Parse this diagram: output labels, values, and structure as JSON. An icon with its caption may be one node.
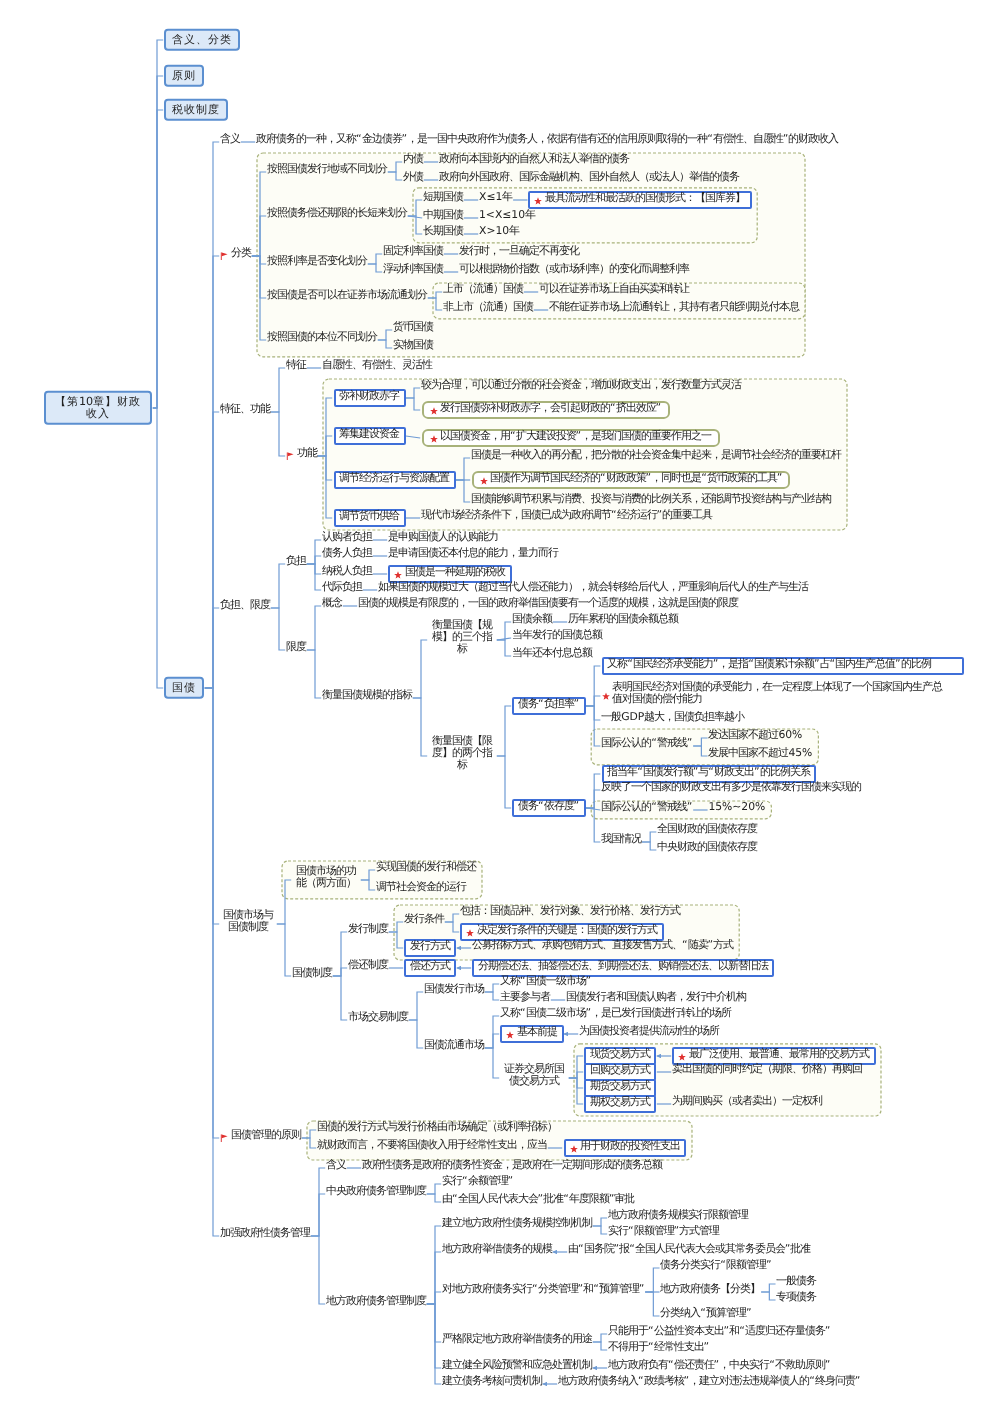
{
  "diagram": {
    "nodes": [
      {
        "text": [
          "【第10章】财政收入"
        ]
      },
      {
        "text": [
          "含义、分类"
        ]
      },
      {
        "text": [
          "原则"
        ]
      },
      {
        "text": [
          "税收制度"
        ]
      },
      {
        "text": [
          "国债"
        ]
      },
      {
        "text": [
          "含义"
        ]
      },
      {
        "text": [
          "政府债务的一种，又称“金边债券”，是一国中央政府作为债务人，依据有借有还的信用原则取得的一种“有偿性、自愿性”的财政收入"
        ]
      },
      {
        "text": [
          "分类"
        ]
      },
      {
        "text": [
          "按照国债发行地域不同划分"
        ]
      },
      {
        "text": [
          "内债"
        ]
      },
      {
        "text": [
          "政府向本国境内的自然人和法人举借的债务"
        ]
      },
      {
        "text": [
          "外债"
        ]
      },
      {
        "text": [
          "政府向外国政府、国际金融机构、国外自然人（或法人）举借的债务"
        ]
      },
      {
        "text": [
          "按照债务偿还期限的长短来划分"
        ]
      },
      {
        "text": [
          "短期国债"
        ]
      },
      {
        "text": [
          "X≤1年"
        ]
      },
      {
        "text": [
          "最具流动性和最活跃的国债形式：【国库券】"
        ]
      },
      {
        "text": [
          "中期国债"
        ]
      },
      {
        "text": [
          "1<X≤10年"
        ]
      },
      {
        "text": [
          "长期国债"
        ]
      },
      {
        "text": [
          "X>10年"
        ]
      },
      {
        "text": [
          "按照利率是否变化划分"
        ]
      },
      {
        "text": [
          "固定利率国债"
        ]
      },
      {
        "text": [
          "发行时，一旦确定不再变化"
        ]
      },
      {
        "text": [
          "浮动利率国债"
        ]
      },
      {
        "text": [
          "可以根据物价指数（或市场利率）的变化而调整利率"
        ]
      },
      {
        "text": [
          "按国债是否可以在证券市场流通划分"
        ]
      },
      {
        "text": [
          "上市（流通）国债"
        ]
      },
      {
        "text": [
          "可以在证券市场上自由买卖和转让"
        ]
      },
      {
        "text": [
          "非上市（流通）国债"
        ]
      },
      {
        "text": [
          "不能在证券市场上流通转让，其持有者只能到期兑付本息"
        ]
      },
      {
        "text": [
          "按照国债的本位不同划分"
        ]
      },
      {
        "text": [
          "货币国债"
        ]
      },
      {
        "text": [
          "实物国债"
        ]
      },
      {
        "text": [
          "特征、功能"
        ]
      },
      {
        "text": [
          "特征"
        ]
      },
      {
        "text": [
          "自愿性、有偿性、灵活性"
        ]
      },
      {
        "text": [
          "功能"
        ]
      },
      {
        "text": [
          "弥补财政赤字"
        ]
      },
      {
        "text": [
          "较为合理，可以通过分散的社会资金，增加财政支出，发行数量方式灵活"
        ]
      },
      {
        "text": [
          "发行国债弥补财政赤字，会引起财政的“挤出效应”"
        ]
      },
      {
        "text": [
          "筹集建设资金"
        ]
      },
      {
        "text": [
          "以国债资金，用“扩大建设投资”，是我们国债的重要作用之一"
        ]
      },
      {
        "text": [
          "调节经济运行与资源配置"
        ]
      },
      {
        "text": [
          "国债是一种收入的再分配，把分散的社会资金集中起来，是调节社会经济的重要杠杆"
        ]
      },
      {
        "text": [
          "国债作为调节国民经济的“财政政策”，同时也是“货币政策的工具”"
        ]
      },
      {
        "text": [
          "国债能够调节积累与消费、投资与消费的比例关系，还能调节投资结构与产业结构"
        ]
      },
      {
        "text": [
          "调节货币供给"
        ]
      },
      {
        "text": [
          "现代市场经济条件下，国债已成为政府调节“经济运行”的重要工具"
        ]
      },
      {
        "text": [
          "负担、限度"
        ]
      },
      {
        "text": [
          "负担"
        ]
      },
      {
        "text": [
          "认购者负担"
        ]
      },
      {
        "text": [
          "是申购国债人的认购能力"
        ]
      },
      {
        "text": [
          "债务人负担"
        ]
      },
      {
        "text": [
          "是申请国债还本付息的能力，量力而行"
        ]
      },
      {
        "text": [
          "纳税人负担"
        ]
      },
      {
        "text": [
          "国债是一种延期的税收"
        ]
      },
      {
        "text": [
          "代际负担"
        ]
      },
      {
        "text": [
          "如果国债的规模过大（超过当代人偿还能力），就会转移给后代人，严重影响后代人的生产与生活"
        ]
      },
      {
        "text": [
          "限度"
        ]
      },
      {
        "text": [
          "概念"
        ]
      },
      {
        "text": [
          "国债的规模是有限度的，一国的政府举借国债要有一个适度的规模，这就是国债的限度"
        ]
      },
      {
        "text": [
          "衡量国债规模的指标"
        ]
      },
      {
        "text": [
          "衡量国债【规模】的三个指标"
        ]
      },
      {
        "text": [
          "国债余额"
        ]
      },
      {
        "text": [
          "历年累积的国债余额总额"
        ]
      },
      {
        "text": [
          "当年发行的国债总额"
        ]
      },
      {
        "text": [
          "当年还本付息总额"
        ]
      },
      {
        "text": [
          "衡量国债【限度】的两个指标"
        ]
      },
      {
        "text": [
          "债务“负担率”"
        ]
      },
      {
        "text": [
          "又称“国民经济承受能力”，是指“国债累计余额”占“国内生产总值”的比例"
        ]
      },
      {
        "text": [
          "表明国民经济对国债的承受能力，在一定程度上体现了一个国家国内生产总值对国债的偿付能力"
        ]
      },
      {
        "text": [
          "一般GDP越大，国债负担率越小"
        ]
      },
      {
        "text": [
          "国际公认的“警戒线”"
        ]
      },
      {
        "text": [
          "发达国家不超过60%"
        ]
      },
      {
        "text": [
          "发展中国家不超过45%"
        ]
      },
      {
        "text": [
          "债务“依存度”"
        ]
      },
      {
        "text": [
          "指当年“国债发行额”与“财政支出”的比例关系"
        ]
      },
      {
        "text": [
          "反映了一个国家的财政支出有多少是依靠发行国债来实现的"
        ]
      },
      {
        "text": [
          "国际公认的“警戒线”"
        ]
      },
      {
        "text": [
          "15%~20%"
        ]
      },
      {
        "text": [
          "我国情况"
        ]
      },
      {
        "text": [
          "全国财政的国债依存度"
        ]
      },
      {
        "text": [
          "中央财政的国债依存度"
        ]
      },
      {
        "text": [
          "国债市场与国债制度"
        ]
      },
      {
        "text": [
          "国债市场的功能（两方面）"
        ]
      },
      {
        "text": [
          "实现国债的发行和偿还"
        ]
      },
      {
        "text": [
          "调节社会资金的运行"
        ]
      },
      {
        "text": [
          "国债制度"
        ]
      },
      {
        "text": [
          "发行制度"
        ]
      },
      {
        "text": [
          "发行条件"
        ]
      },
      {
        "text": [
          "包括：国债品种、发行对象、发行价格、发行方式"
        ]
      },
      {
        "text": [
          "决定发行条件的关键是：国债的发行方式"
        ]
      },
      {
        "text": [
          "发行方式"
        ]
      },
      {
        "text": [
          "公募招标方式、承购包销方式、直接发售方式、“随卖”方式"
        ]
      },
      {
        "text": [
          "偿还制度"
        ]
      },
      {
        "text": [
          "偿还方式"
        ]
      },
      {
        "text": [
          "分期偿还法、抽签偿还法、到期偿还法、购销偿还法、以新替旧法"
        ]
      },
      {
        "text": [
          "市场交易制度"
        ]
      },
      {
        "text": [
          "国债发行市场"
        ]
      },
      {
        "text": [
          "又称“国债一级市场”"
        ]
      },
      {
        "text": [
          "主要参与者"
        ]
      },
      {
        "text": [
          "国债发行者和国债认购者，发行中介机构"
        ]
      },
      {
        "text": [
          "国债流通市场"
        ]
      },
      {
        "text": [
          "又称“国债二级市场”，是已发行国债进行转让的场所"
        ]
      },
      {
        "text": [
          "基本前提"
        ]
      },
      {
        "text": [
          "为国债投资者提供流动性的场所"
        ]
      },
      {
        "text": [
          "证券交易所国债交易方式"
        ]
      },
      {
        "text": [
          "现货交易方式"
        ]
      },
      {
        "text": [
          "最广泛使用、最普通、最常用的交易方式"
        ]
      },
      {
        "text": [
          "回购交易方式"
        ]
      },
      {
        "text": [
          "卖出国债的同时约定（期限、价格）再购回"
        ]
      },
      {
        "text": [
          "期货交易方式"
        ]
      },
      {
        "text": [
          "期权交易方式"
        ]
      },
      {
        "text": [
          "为期间购买（或者卖出）一定权利"
        ]
      },
      {
        "text": [
          "国债管理的原则"
        ]
      },
      {
        "text": [
          "国债的发行方式与发行价格由市场确定（或利率招标）"
        ]
      },
      {
        "text": [
          "就财政而言，不要将国债收入用于经常性支出，应当"
        ]
      },
      {
        "text": [
          "用于财政的投资性支出"
        ]
      },
      {
        "text": [
          "加强政府性债务管理"
        ]
      },
      {
        "text": [
          "含义"
        ]
      },
      {
        "text": [
          "政府性债务是政府的债务性资金，是政府在一定期间形成的债务总额"
        ]
      },
      {
        "text": [
          "中央政府债务管理制度"
        ]
      },
      {
        "text": [
          "实行“余额管理”"
        ]
      },
      {
        "text": [
          "由“全国人民代表大会”批准“年度限额”审批"
        ]
      },
      {
        "text": [
          "地方政府债务管理制度"
        ]
      },
      {
        "text": [
          "建立地方政府性债务规模控制机制"
        ]
      },
      {
        "text": [
          "地方政府债务规模实行限额管理"
        ]
      },
      {
        "text": [
          "实行“限额管理”方式管理"
        ]
      },
      {
        "text": [
          "地方政府举借债务的规模"
        ]
      },
      {
        "text": [
          "由“国务院”报“全国人民代表大会或其常务委员会”批准"
        ]
      },
      {
        "text": [
          "对地方政府债务实行“分类管理”和“预算管理”"
        ]
      },
      {
        "text": [
          "债务分类实行“限额管理”"
        ]
      },
      {
        "text": [
          "地方政府债务【分类】"
        ]
      },
      {
        "text": [
          "一般债务"
        ]
      },
      {
        "text": [
          "专项债务"
        ]
      },
      {
        "text": [
          "分类纳入“预算管理”"
        ]
      },
      {
        "text": [
          "严格限定地方政府举借债务的用途"
        ]
      },
      {
        "text": [
          "只能用于“公益性资本支出”和“适度归还存量债务”"
        ]
      },
      {
        "text": [
          "不得用于“经常性支出”"
        ]
      },
      {
        "text": [
          "建立健全风险预警和应急处置机制"
        ]
      },
      {
        "text": [
          "地方政府负有“偿还责任”，中央实行“不救助原则”"
        ]
      },
      {
        "text": [
          "建立债务考核问责机制"
        ]
      },
      {
        "text": [
          "地方政府债务纳入“政绩考核”，建立对违法违规举债人的“终身问责”"
        ]
      }
    ],
    "edges": [
      {
        "from": 0,
        "to": 1,
        "arrow": "none"
      },
      {
        "from": 0,
        "to": 2,
        "arrow": "none"
      },
      {
        "from": 0,
        "to": 3,
        "arrow": "none"
      },
      {
        "from": 0,
        "to": 4,
        "arrow": "none"
      },
      {
        "from": 4,
        "to": 5,
        "arrow": "none"
      },
      {
        "from": 4,
        "to": 7,
        "arrow": "none"
      },
      {
        "from": 4,
        "to": 34,
        "arrow": "none"
      },
      {
        "from": 4,
        "to": 49,
        "arrow": "none"
      },
      {
        "from": 4,
        "to": 84,
        "arrow": "none"
      },
      {
        "from": 4,
        "to": 115,
        "arrow": "none"
      },
      {
        "from": 4,
        "to": 119,
        "arrow": "none"
      },
      {
        "from": 5,
        "to": 6,
        "arrow": "none"
      },
      {
        "from": 7,
        "to": 8,
        "arrow": "none"
      },
      {
        "from": 7,
        "to": 13,
        "arrow": "none"
      },
      {
        "from": 7,
        "to": 21,
        "arrow": "none"
      },
      {
        "from": 7,
        "to": 26,
        "arrow": "none"
      },
      {
        "from": 7,
        "to": 31,
        "arrow": "none"
      },
      {
        "from": 8,
        "to": 9,
        "arrow": "none"
      },
      {
        "from": 8,
        "to": 11,
        "arrow": "none"
      },
      {
        "from": 9,
        "to": 10,
        "arrow": "none"
      },
      {
        "from": 11,
        "to": 12,
        "arrow": "none"
      },
      {
        "from": 13,
        "to": 14,
        "arrow": "none"
      },
      {
        "from": 13,
        "to": 17,
        "arrow": "none"
      },
      {
        "from": 13,
        "to": 19,
        "arrow": "none"
      },
      {
        "from": 14,
        "to": 15,
        "arrow": "none"
      },
      {
        "from": 15,
        "to": 16,
        "arrow": "none"
      },
      {
        "from": 17,
        "to": 18,
        "arrow": "none"
      },
      {
        "from": 19,
        "to": 20,
        "arrow": "none"
      },
      {
        "from": 21,
        "to": 22,
        "arrow": "none"
      },
      {
        "from": 21,
        "to": 24,
        "arrow": "none"
      },
      {
        "from": 22,
        "to": 23,
        "arrow": "none"
      },
      {
        "from": 24,
        "to": 25,
        "arrow": "none"
      },
      {
        "from": 26,
        "to": 27,
        "arrow": "none"
      },
      {
        "from": 26,
        "to": 29,
        "arrow": "none"
      },
      {
        "from": 27,
        "to": 28,
        "arrow": "none"
      },
      {
        "from": 29,
        "to": 30,
        "arrow": "none"
      },
      {
        "from": 31,
        "to": 32,
        "arrow": "none"
      },
      {
        "from": 31,
        "to": 33,
        "arrow": "none"
      },
      {
        "from": 34,
        "to": 35,
        "arrow": "none"
      },
      {
        "from": 34,
        "to": 37,
        "arrow": "none"
      },
      {
        "from": 35,
        "to": 36,
        "arrow": "none"
      },
      {
        "from": 37,
        "to": 38,
        "arrow": "none"
      },
      {
        "from": 37,
        "to": 41,
        "arrow": "none"
      },
      {
        "from": 37,
        "to": 43,
        "arrow": "none"
      },
      {
        "from": 37,
        "to": 47,
        "arrow": "none"
      },
      {
        "from": 38,
        "to": 39,
        "arrow": "none"
      },
      {
        "from": 38,
        "to": 40,
        "arrow": "none"
      },
      {
        "from": 41,
        "to": 42,
        "arrow": "none"
      },
      {
        "from": 43,
        "to": 44,
        "arrow": "none"
      },
      {
        "from": 43,
        "to": 45,
        "arrow": "none"
      },
      {
        "from": 43,
        "to": 46,
        "arrow": "none"
      },
      {
        "from": 47,
        "to": 48,
        "arrow": "none"
      },
      {
        "from": 49,
        "to": 50,
        "arrow": "none"
      },
      {
        "from": 49,
        "to": 59,
        "arrow": "none"
      },
      {
        "from": 50,
        "to": 51,
        "arrow": "none"
      },
      {
        "from": 50,
        "to": 53,
        "arrow": "none"
      },
      {
        "from": 50,
        "to": 55,
        "arrow": "none"
      },
      {
        "from": 50,
        "to": 57,
        "arrow": "none"
      },
      {
        "from": 51,
        "to": 52,
        "arrow": "none"
      },
      {
        "from": 53,
        "to": 54,
        "arrow": "none"
      },
      {
        "from": 55,
        "to": 56,
        "arrow": "none"
      },
      {
        "from": 57,
        "to": 58,
        "arrow": "none"
      },
      {
        "from": 59,
        "to": 60,
        "arrow": "none"
      },
      {
        "from": 59,
        "to": 62,
        "arrow": "none"
      },
      {
        "from": 60,
        "to": 61,
        "arrow": "none"
      },
      {
        "from": 62,
        "to": 63,
        "arrow": "none"
      },
      {
        "from": 62,
        "to": 68,
        "arrow": "none"
      },
      {
        "from": 63,
        "to": 64,
        "arrow": "none"
      },
      {
        "from": 63,
        "to": 66,
        "arrow": "none"
      },
      {
        "from": 63,
        "to": 67,
        "arrow": "none"
      },
      {
        "from": 64,
        "to": 65,
        "arrow": "none"
      },
      {
        "from": 68,
        "to": 69,
        "arrow": "none"
      },
      {
        "from": 68,
        "to": 76,
        "arrow": "none"
      },
      {
        "from": 69,
        "to": 70,
        "arrow": "none"
      },
      {
        "from": 69,
        "to": 71,
        "arrow": "none"
      },
      {
        "from": 69,
        "to": 72,
        "arrow": "none"
      },
      {
        "from": 69,
        "to": 73,
        "arrow": "none"
      },
      {
        "from": 73,
        "to": 74,
        "arrow": "none"
      },
      {
        "from": 73,
        "to": 75,
        "arrow": "none"
      },
      {
        "from": 76,
        "to": 77,
        "arrow": "none"
      },
      {
        "from": 76,
        "to": 78,
        "arrow": "none"
      },
      {
        "from": 76,
        "to": 79,
        "arrow": "none"
      },
      {
        "from": 76,
        "to": 81,
        "arrow": "none"
      },
      {
        "from": 79,
        "to": 80,
        "arrow": "none"
      },
      {
        "from": 81,
        "to": 82,
        "arrow": "none"
      },
      {
        "from": 81,
        "to": 83,
        "arrow": "none"
      },
      {
        "from": 84,
        "to": 85,
        "arrow": "none"
      },
      {
        "from": 84,
        "to": 88,
        "arrow": "none"
      },
      {
        "from": 85,
        "to": 86,
        "arrow": "none"
      },
      {
        "from": 85,
        "to": 87,
        "arrow": "none"
      },
      {
        "from": 88,
        "to": 89,
        "arrow": "none"
      },
      {
        "from": 88,
        "to": 95,
        "arrow": "none"
      },
      {
        "from": 88,
        "to": 98,
        "arrow": "none"
      },
      {
        "from": 89,
        "to": 90,
        "arrow": "none"
      },
      {
        "from": 89,
        "to": 93,
        "arrow": "none"
      },
      {
        "from": 90,
        "to": 91,
        "arrow": "none"
      },
      {
        "from": 90,
        "to": 92,
        "arrow": "none"
      },
      {
        "from": 94,
        "to": 93,
        "arrow": "to"
      },
      {
        "from": 95,
        "to": 96,
        "arrow": "none"
      },
      {
        "from": 97,
        "to": 96,
        "arrow": "to"
      },
      {
        "from": 98,
        "to": 99,
        "arrow": "none"
      },
      {
        "from": 98,
        "to": 103,
        "arrow": "none"
      },
      {
        "from": 99,
        "to": 100,
        "arrow": "none"
      },
      {
        "from": 99,
        "to": 101,
        "arrow": "none"
      },
      {
        "from": 101,
        "to": 102,
        "arrow": "none"
      },
      {
        "from": 103,
        "to": 104,
        "arrow": "none"
      },
      {
        "from": 103,
        "to": 105,
        "arrow": "none"
      },
      {
        "from": 103,
        "to": 107,
        "arrow": "none"
      },
      {
        "from": 106,
        "to": 105,
        "arrow": "to"
      },
      {
        "from": 107,
        "to": 108,
        "arrow": "none"
      },
      {
        "from": 107,
        "to": 110,
        "arrow": "none"
      },
      {
        "from": 107,
        "to": 112,
        "arrow": "none"
      },
      {
        "from": 107,
        "to": 113,
        "arrow": "none"
      },
      {
        "from": 109,
        "to": 108,
        "arrow": "to"
      },
      {
        "from": 110,
        "to": 111,
        "arrow": "none"
      },
      {
        "from": 113,
        "to": 114,
        "arrow": "none"
      },
      {
        "from": 115,
        "to": 116,
        "arrow": "none"
      },
      {
        "from": 115,
        "to": 117,
        "arrow": "none"
      },
      {
        "from": 117,
        "to": 118,
        "arrow": "none"
      },
      {
        "from": 119,
        "to": 120,
        "arrow": "none"
      },
      {
        "from": 119,
        "to": 122,
        "arrow": "none"
      },
      {
        "from": 119,
        "to": 125,
        "arrow": "none"
      },
      {
        "from": 120,
        "to": 121,
        "arrow": "none"
      },
      {
        "from": 122,
        "to": 123,
        "arrow": "none"
      },
      {
        "from": 122,
        "to": 124,
        "arrow": "none"
      },
      {
        "from": 125,
        "to": 126,
        "arrow": "none"
      },
      {
        "from": 125,
        "to": 129,
        "arrow": "none"
      },
      {
        "from": 125,
        "to": 131,
        "arrow": "none"
      },
      {
        "from": 125,
        "to": 137,
        "arrow": "none"
      },
      {
        "from": 125,
        "to": 140,
        "arrow": "none"
      },
      {
        "from": 125,
        "to": 142,
        "arrow": "none"
      },
      {
        "from": 126,
        "to": 127,
        "arrow": "none"
      },
      {
        "from": 126,
        "to": 128,
        "arrow": "none"
      },
      {
        "from": 130,
        "to": 129,
        "arrow": "to"
      },
      {
        "from": 131,
        "to": 132,
        "arrow": "none"
      },
      {
        "from": 131,
        "to": 133,
        "arrow": "none"
      },
      {
        "from": 131,
        "to": 136,
        "arrow": "none"
      },
      {
        "from": 133,
        "to": 134,
        "arrow": "none"
      },
      {
        "from": 133,
        "to": 135,
        "arrow": "none"
      },
      {
        "from": 137,
        "to": 138,
        "arrow": "none"
      },
      {
        "from": 137,
        "to": 139,
        "arrow": "none"
      },
      {
        "from": 141,
        "to": 140,
        "arrow": "to"
      },
      {
        "from": 143,
        "to": 142,
        "arrow": "to"
      }
    ]
  }
}
